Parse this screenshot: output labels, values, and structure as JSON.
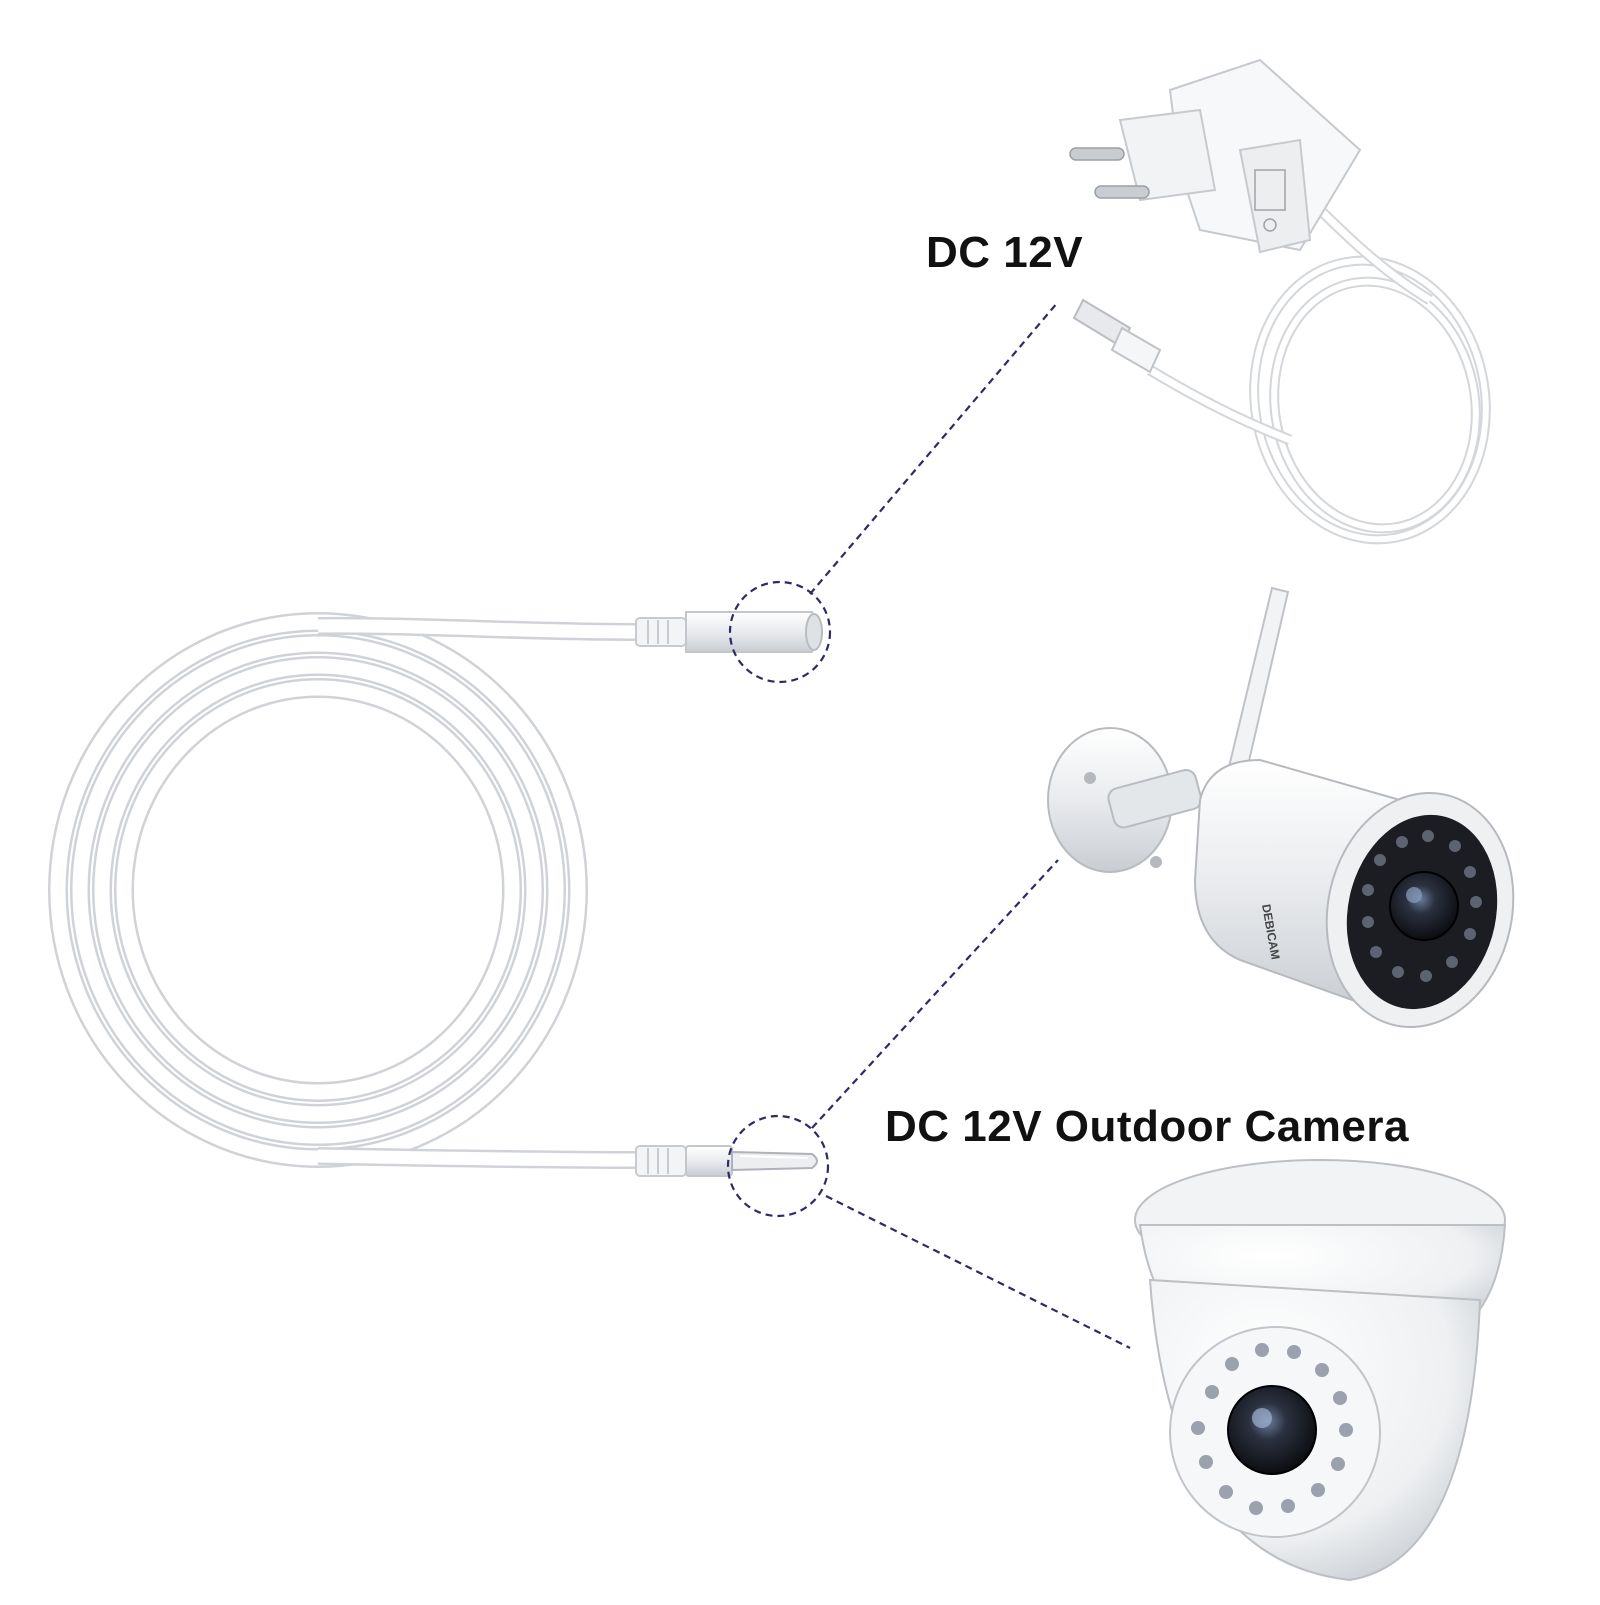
{
  "labels": {
    "adapter": "DC 12V",
    "camera": "DC 12V Outdoor Camera"
  },
  "camera_brand": "DEBICAM",
  "colors": {
    "background": "#ffffff",
    "cable": "#ffffff",
    "cable_outline": "#d9dcdf",
    "dash": "#2e2a66",
    "text": "#111111",
    "lens": "#2a2d33"
  },
  "icons": {
    "adapter": "power-adapter-icon",
    "bullet_camera": "bullet-camera-icon",
    "dome_camera": "dome-camera-icon",
    "cable": "coiled-cable-icon"
  }
}
